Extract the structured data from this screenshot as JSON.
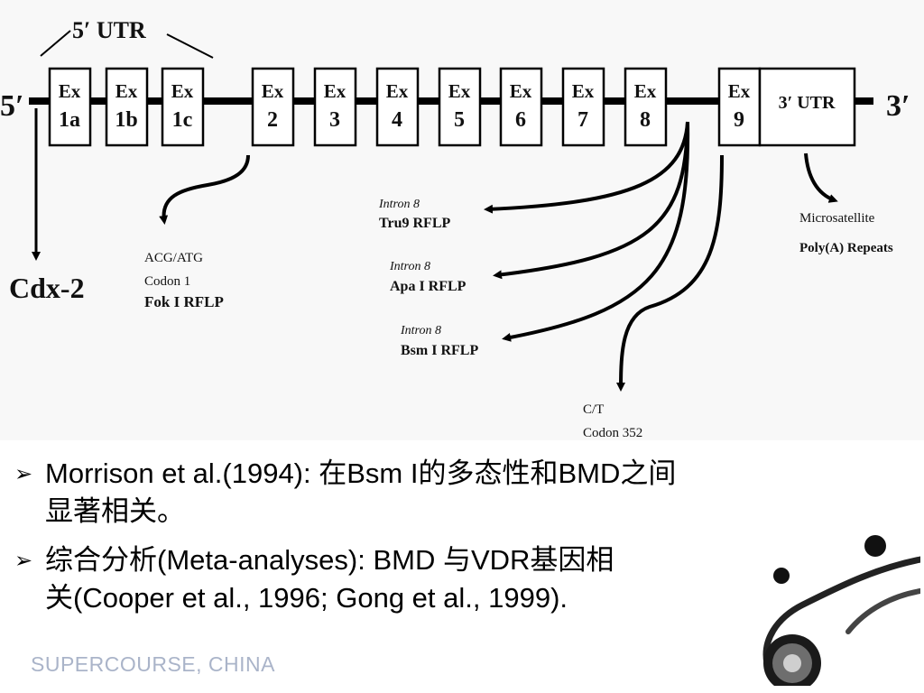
{
  "diagram": {
    "five_utr_label": "5′ UTR",
    "five_prime": "5′",
    "three_prime": "3′",
    "three_utr_label": "3′ UTR",
    "exons": [
      {
        "top": "Ex",
        "bottom": "1a"
      },
      {
        "top": "Ex",
        "bottom": "1b"
      },
      {
        "top": "Ex",
        "bottom": "1c"
      },
      {
        "top": "Ex",
        "bottom": "2"
      },
      {
        "top": "Ex",
        "bottom": "3"
      },
      {
        "top": "Ex",
        "bottom": "4"
      },
      {
        "top": "Ex",
        "bottom": "5"
      },
      {
        "top": "Ex",
        "bottom": "6"
      },
      {
        "top": "Ex",
        "bottom": "7"
      },
      {
        "top": "Ex",
        "bottom": "8"
      },
      {
        "top": "Ex",
        "bottom": "9"
      }
    ],
    "cdx2": "Cdx-2",
    "fok": {
      "line1": "ACG/ATG",
      "line2": "Codon 1",
      "line3": "Fok I RFLP"
    },
    "tru9": {
      "intron": "Intron 8",
      "name": "Tru9 RFLP"
    },
    "apa": {
      "intron": "Intron 8",
      "name": "Apa I RFLP"
    },
    "bsm": {
      "intron": "Intron 8",
      "name": "Bsm I RFLP"
    },
    "codon352": {
      "line1": "C/T",
      "line2": "Codon 352"
    },
    "micro": {
      "line1": "Microsatellite",
      "line2": "Poly(A) Repeats"
    }
  },
  "bullets": [
    {
      "line1": "Morrison et al.(1994): 在Bsm I的多态性和BMD之间",
      "line2": "显著相关。"
    },
    {
      "line1": "综合分析(Meta-analyses): BMD 与VDR基因相",
      "line2": "关(Cooper et al., 1996; Gong et al., 1999)."
    }
  ],
  "footer": "SUPERCOURSE, CHINA"
}
